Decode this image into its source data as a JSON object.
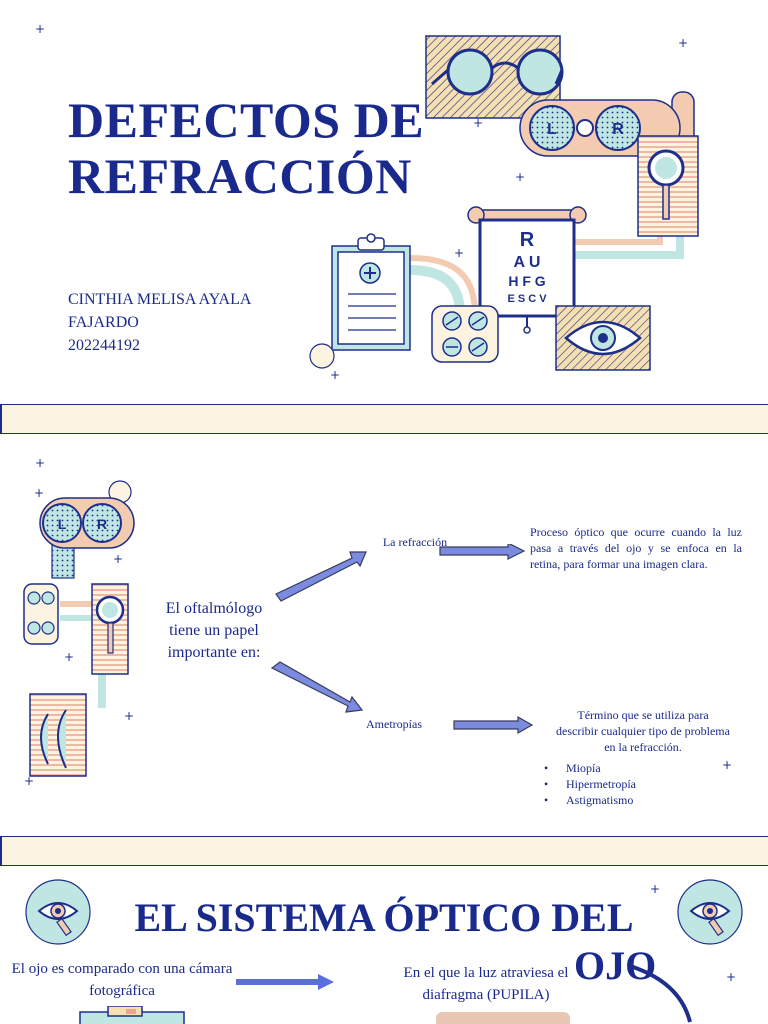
{
  "slide1": {
    "title_line1": "DEFECTOS DE",
    "title_line2": "REFRACCIÓN",
    "author_line1": "CINTHIA MELISA AYALA",
    "author_line2": "FAJARDO",
    "author_id": "202244192",
    "chart_letters": {
      "row1": "R",
      "row2": "A U",
      "row3": "H F G",
      "row4": "E S C V"
    },
    "glasses_labels": {
      "left": "L",
      "right": "R"
    }
  },
  "slide2": {
    "center_text": "El oftalmólogo tiene un papel importante en:",
    "refraction_label": "La refracción",
    "refraction_desc": "Proceso óptico que ocurre cuando la luz pasa a través del ojo y se enfoca en la retina, para formar una imagen clara.",
    "ametropias_label": "Ametropías",
    "ametropias_desc": "Término que se utiliza para describir cualquier tipo de problema en la refracción.",
    "ametropias_list": [
      "Miopía",
      "Hipermetropía",
      "Astigmatismo"
    ],
    "glasses_labels": {
      "left": "L",
      "right": "R"
    }
  },
  "slide3": {
    "title_line1": "EL SISTEMA ÓPTICO DEL",
    "title_line2": "OJO",
    "left_text": "El ojo es comparado con una cámara fotográfica",
    "right_text": "En el que la luz atraviesa el diafragma (PUPILA)"
  },
  "colors": {
    "navy": "#1a2a8c",
    "peach": "#f3cbb0",
    "mint": "#bfe6e2",
    "cream": "#fdf3e1",
    "arrow": "#7a8be0"
  }
}
